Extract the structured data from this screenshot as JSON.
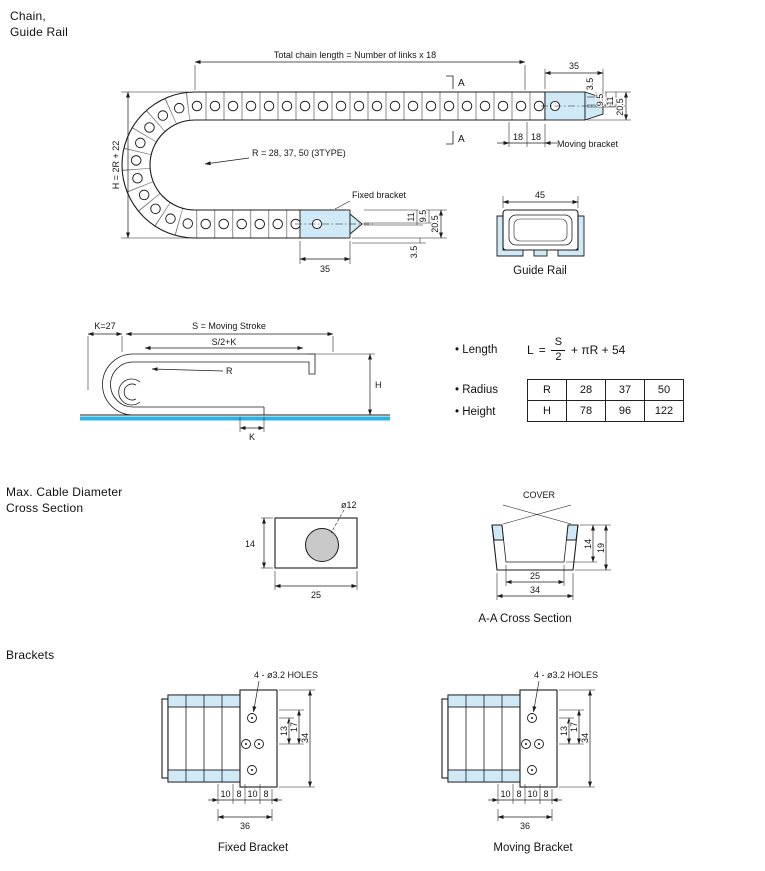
{
  "colors": {
    "line": "#1c1c1c",
    "bracket_blue": "#cfe9f6",
    "floor_cyan": "#2bb3e6",
    "cable_gray": "#c9c9c9"
  },
  "headings": {
    "chain1": "Chain,",
    "chain2": "Guide Rail",
    "max_cable1": "Max. Cable Diameter",
    "max_cable2": "Cross Section",
    "brackets": "Brackets"
  },
  "chain_drawing": {
    "total_length": "Total chain length = Number of links x 18",
    "dim_35_top": "35",
    "dim_3_5_mov": "3.5",
    "dim_9_5_mov": "9.5",
    "dim_11_mov": "11",
    "dim_20_5_mov": "20.5",
    "section_a_top": "A",
    "section_a_bottom": "A",
    "dim_18_left": "18",
    "dim_18_right": "18",
    "moving_bracket": "Moving bracket",
    "radius_note": "R = 28, 37, 50 (3TYPE)",
    "height_note": "H = 2R + 22",
    "fixed_bracket": "Fixed bracket",
    "dim_11_fix": "11",
    "dim_9_5_fix": "9.5",
    "dim_20_5_fix": "20.5",
    "dim_3_5_fix": "3.5",
    "dim_35_bottom": "35"
  },
  "guide_rail": {
    "dim_45": "45",
    "label": "Guide Rail"
  },
  "stroke_diagram": {
    "k27": "K=27",
    "stroke": "S = Moving Stroke",
    "s2k": "S/2+K",
    "r": "R",
    "h": "H",
    "k": "K"
  },
  "specs": {
    "length_label": "• Length",
    "radius_label": "• Radius",
    "height_label": "• Height",
    "formula": {
      "lhs": "L",
      "eq": "=",
      "num": "S",
      "den": "2",
      "rhs": "+ πR + 54"
    },
    "table": {
      "rows": [
        [
          "R",
          "28",
          "37",
          "50"
        ],
        [
          "H",
          "78",
          "96",
          "122"
        ]
      ]
    }
  },
  "cable_section": {
    "dia": "ø12",
    "dim_14": "14",
    "dim_25": "25"
  },
  "aa_section": {
    "cover": "COVER",
    "dim_14": "14",
    "dim_19": "19",
    "dim_25": "25",
    "dim_34": "34",
    "label": "A-A Cross Section"
  },
  "fixed_bracket": {
    "holes": "4 - ø3.2 HOLES",
    "dim_13": "13",
    "dim_17": "17",
    "dim_34": "34",
    "dims_bottom": [
      "10",
      "8",
      "10",
      "8"
    ],
    "dim_36": "36",
    "label": "Fixed Bracket"
  },
  "moving_bracket": {
    "holes": "4 - ø3.2 HOLES",
    "dim_13": "13",
    "dim_17": "17",
    "dim_34": "34",
    "dims_bottom": [
      "10",
      "8",
      "10",
      "8"
    ],
    "dim_36": "36",
    "label": "Moving Bracket"
  }
}
